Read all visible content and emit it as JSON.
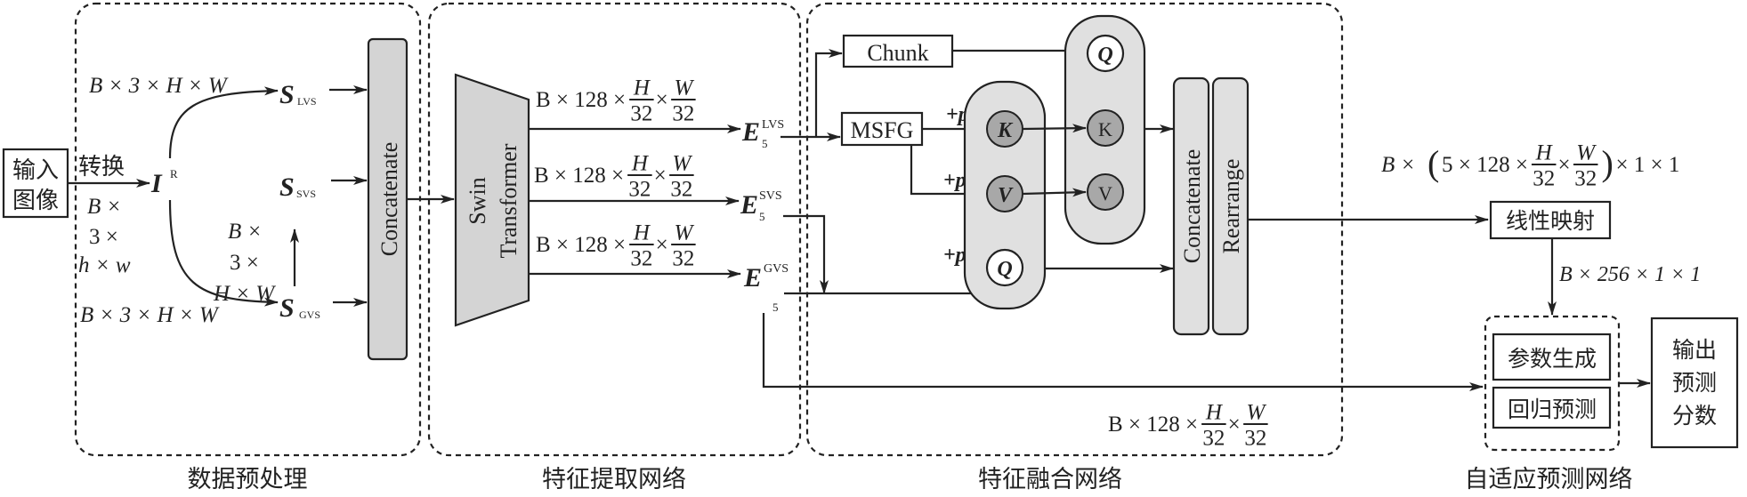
{
  "sections": {
    "preprocess": "数据预处理",
    "extraction": "特征提取网络",
    "fusion": "特征融合网络",
    "adaptive": "自适应预测网络"
  },
  "input": {
    "line1": "输入",
    "line2": "图像"
  },
  "convert_label": "转换",
  "input_dims": {
    "l1": "B ×",
    "l2": "3 ×",
    "l3": "h × w"
  },
  "ir": {
    "symbol": "I",
    "sup": "R"
  },
  "streams": {
    "lvs": {
      "symbol": "S",
      "sub": "LVS",
      "dims": "B × 3 × H × W"
    },
    "svs": {
      "symbol": "S",
      "sub": "SVS",
      "dims_l1": "B ×",
      "dims_l2": "3 ×",
      "dims_l3": "H × W"
    },
    "gvs": {
      "symbol": "S",
      "sub": "GVS",
      "dims": "B × 3 × H × W"
    }
  },
  "concat_label": "Concatenate",
  "swin": {
    "line1": "Swin",
    "line2": "Transformer"
  },
  "feature_dims": {
    "prefix": "B × 128 ×",
    "num1": "H",
    "den1": "32",
    "times": "×",
    "num2": "W",
    "den2": "32"
  },
  "features": [
    {
      "symbol": "E",
      "sub": "5",
      "sup": "LVS"
    },
    {
      "symbol": "E",
      "sub": "5",
      "sup": "SVS"
    },
    {
      "symbol": "E",
      "sub": "5",
      "sup": "GVS"
    }
  ],
  "fusion": {
    "chunk": "Chunk",
    "msfg": "MSFG",
    "pos": "+pos",
    "attn1": {
      "k": "K",
      "v": "V",
      "q": "Q"
    },
    "attn2": {
      "q": "Q",
      "k": "K",
      "v": "V"
    },
    "concat": "Concatenate",
    "rearrange": "Rearrange"
  },
  "adaptive": {
    "top_dims": {
      "prefix": "B ×",
      "inner": "5 × 128 ×",
      "num1": "H",
      "den1": "32",
      "times": "×",
      "num2": "W",
      "den2": "32",
      "suffix": "× 1 × 1"
    },
    "linear": "线性映射",
    "mid_dims": "B × 256 × 1 × 1",
    "param_gen": "参数生成",
    "regression": "回归预测",
    "output": {
      "l1": "输出",
      "l2": "预测",
      "l3": "分数"
    }
  },
  "bottom_dims": {
    "prefix": "B × 128 ×",
    "num1": "H",
    "den1": "32",
    "times": "×",
    "num2": "W",
    "den2": "32"
  }
}
